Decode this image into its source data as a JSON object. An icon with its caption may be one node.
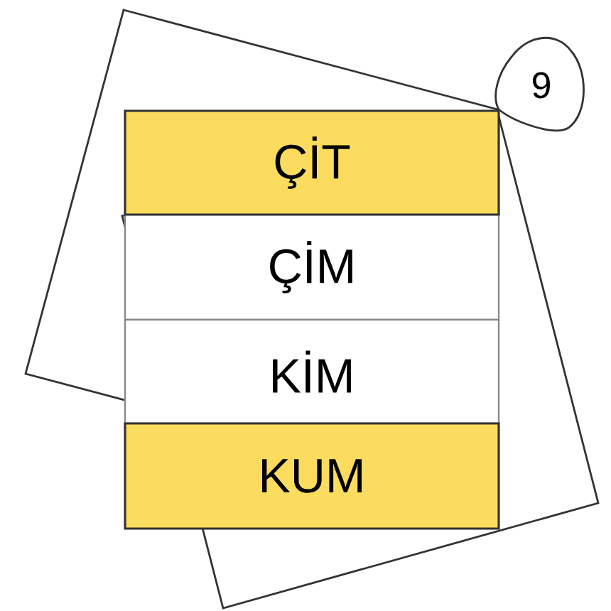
{
  "diagram": {
    "nodes": [
      {
        "text": [
          "ÇİT"
        ]
      },
      {
        "text": [
          "ÇİM"
        ]
      },
      {
        "text": [
          "KİM"
        ]
      },
      {
        "text": [
          "KUM"
        ]
      },
      {
        "text": [
          "9"
        ]
      }
    ]
  }
}
